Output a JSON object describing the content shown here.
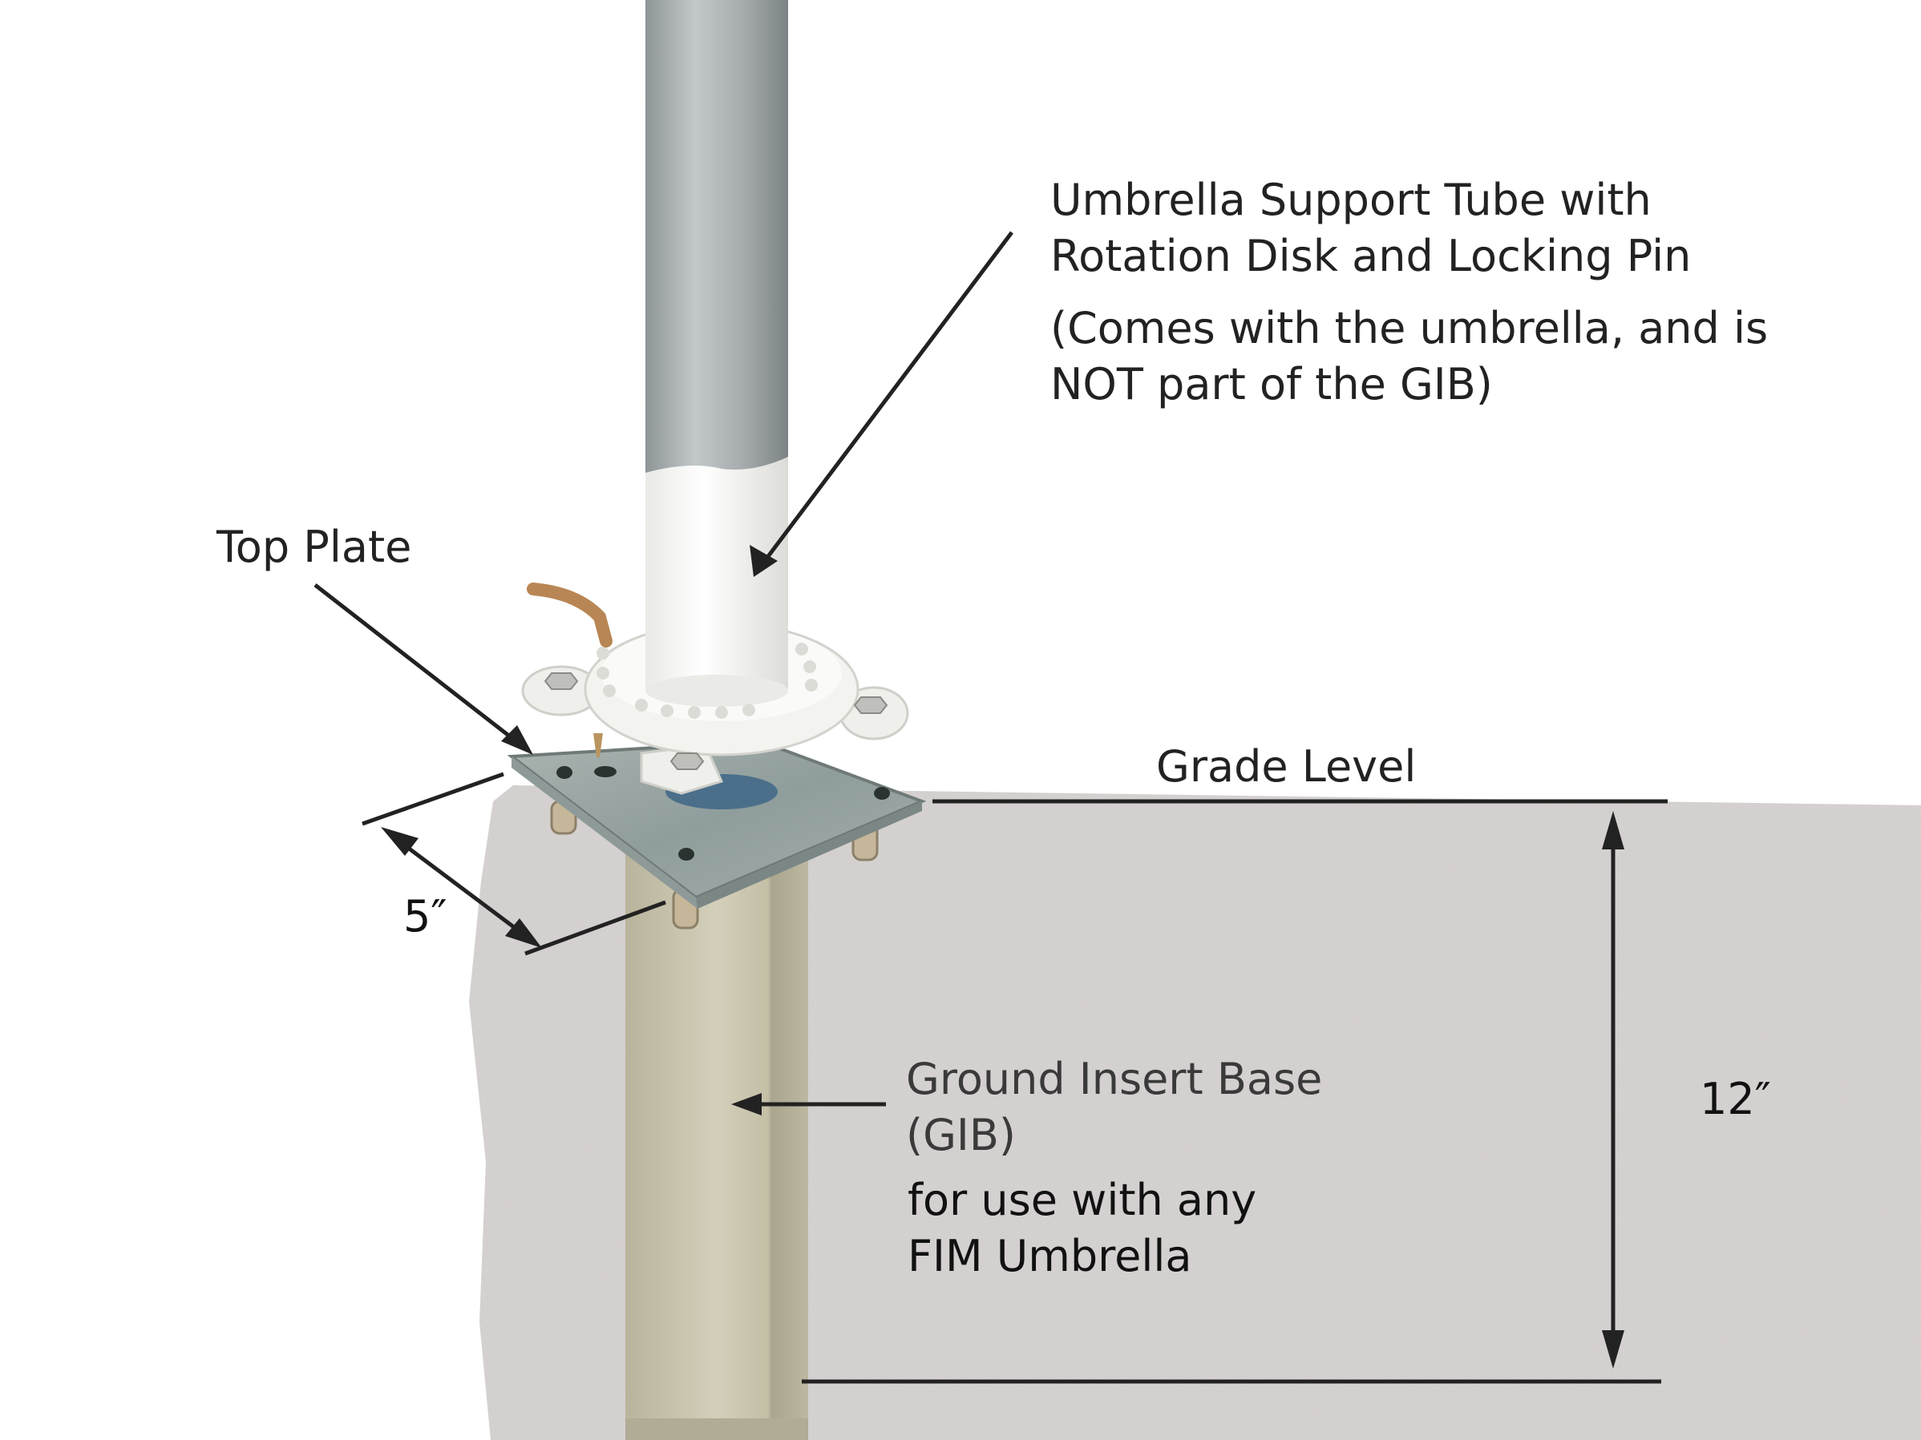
{
  "diagram": {
    "colors": {
      "background": "#ffffff",
      "ground": "#d4d0cf",
      "ground_speckle": "#a9a4a3",
      "galvanized_tube": "#a7adaf",
      "white_tube": "#f4f4f2",
      "rotation_disk": "#f1f1ef",
      "plate": "#9aa6a4",
      "gib_post": "#c5c0a8",
      "locking_pin": "#b88654",
      "line": "#222222"
    },
    "labels": {
      "support_tube_line1": "Umbrella Support Tube with",
      "support_tube_line2": "Rotation Disk and Locking Pin",
      "support_tube_note_line1": "(Comes with the umbrella, and is",
      "support_tube_note_line2": "NOT part of the GIB)",
      "top_plate": "Top Plate",
      "grade_level": "Grade Level",
      "gib_line1": "Ground Insert Base",
      "gib_line2": "(GIB)",
      "gib_note_line1": "for use with any",
      "gib_note_line2": "FIM Umbrella"
    },
    "dimensions": {
      "plate_width": "5″",
      "insert_depth": "12″"
    }
  }
}
